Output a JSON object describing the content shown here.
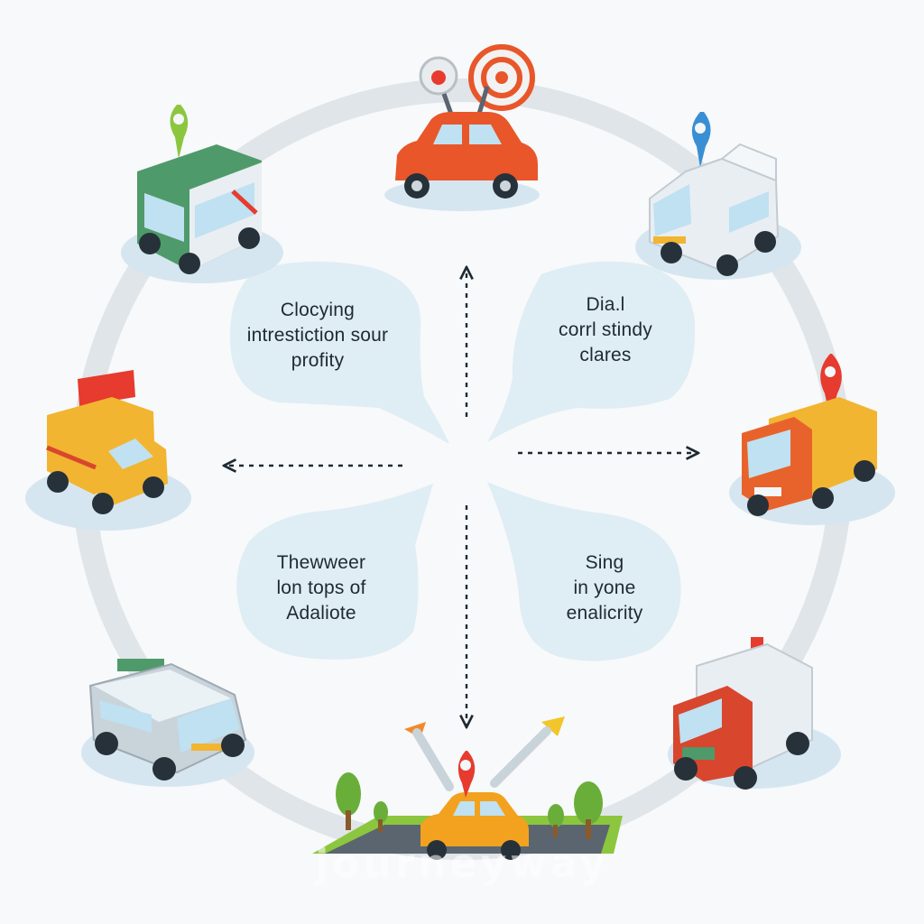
{
  "callouts": {
    "top_left": {
      "lines": [
        "Clocying",
        "intrestiction sour",
        "profity"
      ]
    },
    "top_right": {
      "lines": [
        "Dia.l",
        "corrl stindy",
        "clares"
      ]
    },
    "bottom_left": {
      "lines": [
        "Thewweer",
        "lon tops of",
        "Adaliote"
      ]
    },
    "bottom_right": {
      "lines": [
        "Sing",
        "in yone",
        "enalicrity"
      ]
    }
  },
  "vehicles": {
    "top": {
      "icon": "red-car-icon",
      "color": "#e8562a"
    },
    "top_left": {
      "icon": "green-bus-icon",
      "color": "#4f9a6a"
    },
    "top_right": {
      "icon": "white-van-icon",
      "color": "#e9eef2"
    },
    "left": {
      "icon": "yellow-truck-icon",
      "color": "#f2b531"
    },
    "right": {
      "icon": "orange-truck-icon",
      "color": "#e8632b"
    },
    "bottom_left": {
      "icon": "silver-suv-icon",
      "color": "#c9d3da"
    },
    "bottom_right": {
      "icon": "delivery-truck-icon",
      "color": "#d9462e"
    },
    "bottom": {
      "icon": "yellow-car-icon",
      "color": "#f2a21e"
    }
  },
  "colors": {
    "ring": "#dfe5e8",
    "bubble": "#dcebf3",
    "pin_red": "#e63b2e",
    "pin_blue": "#3a8fd4",
    "pin_green": "#8cc63f"
  },
  "watermark": "journeyway"
}
